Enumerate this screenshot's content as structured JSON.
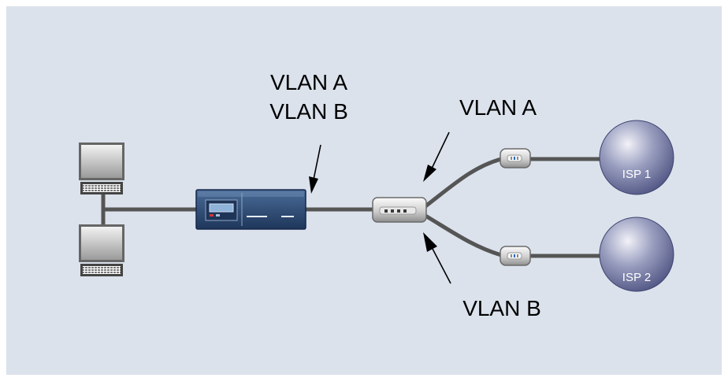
{
  "diagram": {
    "labels": {
      "router_vlans": [
        "VLAN A",
        "VLAN B"
      ],
      "upper_link_vlan": "VLAN A",
      "lower_link_vlan": "VLAN B"
    },
    "isps": [
      {
        "label": "ISP 1"
      },
      {
        "label": "ISP 2"
      }
    ],
    "colors": {
      "background": "#dbe2ec",
      "cable": "#555555",
      "router_body": "#2c4a74",
      "isp_cloud": "#7e84a8"
    },
    "icons": {
      "workstations": "computer-icon",
      "router": "router-icon",
      "splitter": "switch-icon",
      "modems": "modem-icon",
      "isps": "isp-cloud-icon"
    }
  }
}
